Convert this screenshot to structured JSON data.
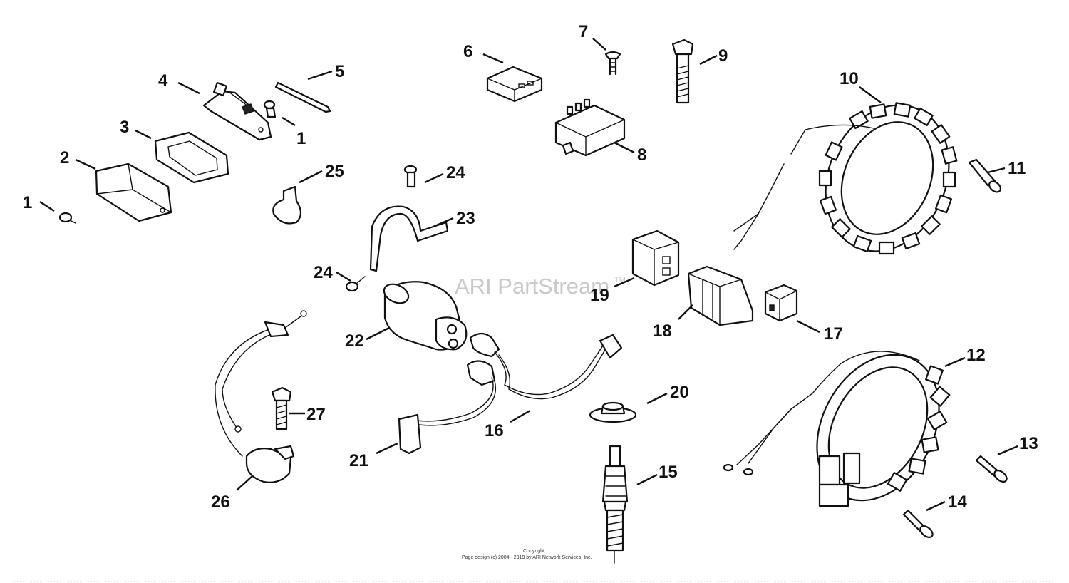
{
  "watermark": {
    "text": "ARI PartStream",
    "tm": "TM"
  },
  "copyright": {
    "line1": "Copyright",
    "line2": "Page design (c) 2004 - 2019 by ARI Network Services, Inc."
  },
  "callouts": [
    "1",
    "2",
    "3",
    "4",
    "5",
    "1",
    "6",
    "7",
    "8",
    "9",
    "10",
    "11",
    "25",
    "24",
    "23",
    "24",
    "19",
    "18",
    "17",
    "22",
    "12",
    "16",
    "20",
    "21",
    "27",
    "26",
    "15",
    "13",
    "14"
  ]
}
